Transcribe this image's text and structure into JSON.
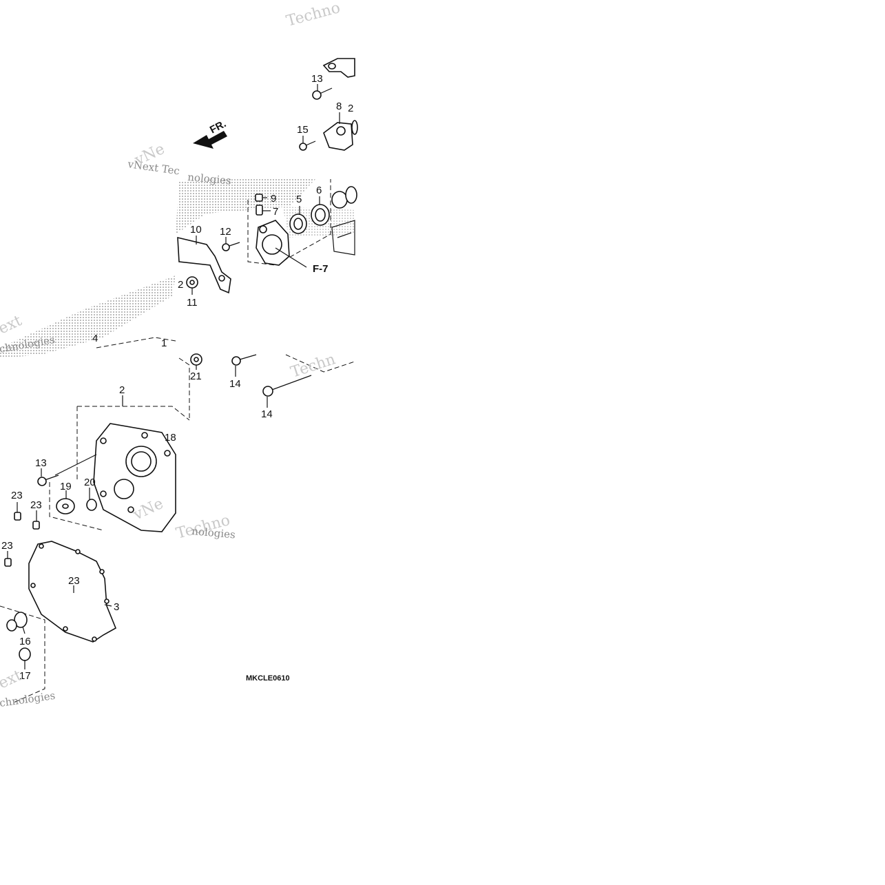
{
  "diagram": {
    "front_label": "FR.",
    "ref_label": "F-7",
    "drawing_code": "MKCLE0610",
    "watermarks": [
      "Techno",
      "vNext Tec",
      "vNe",
      "nologies",
      "Techn",
      "Techno",
      "ext",
      "chnologies",
      "vNe",
      "nologies",
      "ext",
      "chnologies"
    ],
    "callouts": [
      {
        "id": "13a",
        "text": "13"
      },
      {
        "id": "8",
        "text": "8"
      },
      {
        "id": "2a",
        "text": "2"
      },
      {
        "id": "15",
        "text": "15"
      },
      {
        "id": "9",
        "text": "9"
      },
      {
        "id": "7",
        "text": "7"
      },
      {
        "id": "5",
        "text": "5"
      },
      {
        "id": "6",
        "text": "6"
      },
      {
        "id": "10",
        "text": "10"
      },
      {
        "id": "12",
        "text": "12"
      },
      {
        "id": "22",
        "text": "2"
      },
      {
        "id": "11",
        "text": "11"
      },
      {
        "id": "4",
        "text": "4"
      },
      {
        "id": "1",
        "text": "1"
      },
      {
        "id": "21",
        "text": "21"
      },
      {
        "id": "14a",
        "text": "14"
      },
      {
        "id": "14b",
        "text": "14"
      },
      {
        "id": "2b",
        "text": "2"
      },
      {
        "id": "18",
        "text": "18"
      },
      {
        "id": "13b",
        "text": "13"
      },
      {
        "id": "19",
        "text": "19"
      },
      {
        "id": "20",
        "text": "20"
      },
      {
        "id": "23a",
        "text": "23"
      },
      {
        "id": "23b",
        "text": "23"
      },
      {
        "id": "23c",
        "text": "23"
      },
      {
        "id": "23d",
        "text": "23"
      },
      {
        "id": "3",
        "text": "3"
      },
      {
        "id": "16",
        "text": "16"
      },
      {
        "id": "17",
        "text": "17"
      }
    ]
  }
}
